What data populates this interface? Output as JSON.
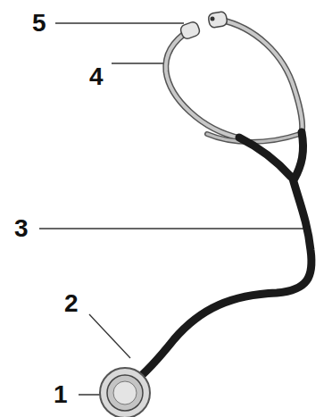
{
  "diagram": {
    "labels": [
      "5",
      "4",
      "3",
      "2",
      "1"
    ]
  }
}
